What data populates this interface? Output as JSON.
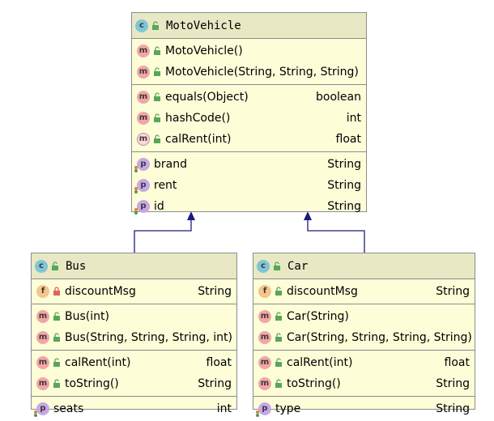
{
  "icons": {
    "class": "class-icon",
    "method": "method-icon",
    "property": "property-icon",
    "field": "field-icon",
    "public": "unlock-icon",
    "private": "lock-icon"
  },
  "colors": {
    "class_bg": "#fdfdd8",
    "header_bg": "#e8e8c4",
    "border": "#8c8c8c",
    "arrow": "#1c1c7c"
  },
  "motovehicle": {
    "badge": "c",
    "name": "MotoVehicle",
    "constructors": [
      {
        "badge": "m",
        "name": "MotoVehicle()",
        "type": ""
      },
      {
        "badge": "m",
        "name": "MotoVehicle(String, String, String)",
        "type": ""
      }
    ],
    "methods": [
      {
        "badge": "m",
        "name": "equals(Object)",
        "type": "boolean"
      },
      {
        "badge": "m",
        "name": "hashCode()",
        "type": "int"
      },
      {
        "badge": "m",
        "name": "calRent(int)",
        "type": "float"
      }
    ],
    "properties": [
      {
        "badge": "p",
        "name": "brand",
        "type": "String"
      },
      {
        "badge": "p",
        "name": "rent",
        "type": "String"
      },
      {
        "badge": "p",
        "name": "id",
        "type": "String"
      }
    ]
  },
  "bus": {
    "badge": "c",
    "name": "Bus",
    "fields": [
      {
        "badge": "f",
        "name": "discountMsg",
        "type": "String"
      }
    ],
    "constructors": [
      {
        "badge": "m",
        "name": "Bus(int)",
        "type": ""
      },
      {
        "badge": "m",
        "name": "Bus(String, String, String, int)",
        "type": ""
      }
    ],
    "methods": [
      {
        "badge": "m",
        "name": "calRent(int)",
        "type": "float"
      },
      {
        "badge": "m",
        "name": "toString()",
        "type": "String"
      }
    ],
    "properties": [
      {
        "badge": "p",
        "name": "seats",
        "type": "int"
      }
    ]
  },
  "car": {
    "badge": "c",
    "name": "Car",
    "fields": [
      {
        "badge": "f",
        "name": "discountMsg",
        "type": "String"
      }
    ],
    "constructors": [
      {
        "badge": "m",
        "name": "Car(String)",
        "type": ""
      },
      {
        "badge": "m",
        "name": "Car(String, String, String, String)",
        "type": ""
      }
    ],
    "methods": [
      {
        "badge": "m",
        "name": "calRent(int)",
        "type": "float"
      },
      {
        "badge": "m",
        "name": "toString()",
        "type": "String"
      }
    ],
    "properties": [
      {
        "badge": "p",
        "name": "type",
        "type": "String"
      }
    ]
  }
}
